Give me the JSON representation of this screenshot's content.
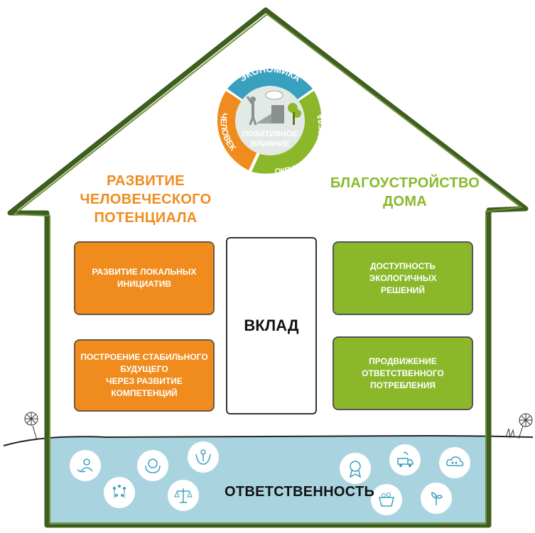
{
  "badge": {
    "top": "ЭКОНОМИКА",
    "left": "ЧЕЛОВЕК",
    "right_bottom": "ОКРУЖАЮЩАЯ СРЕДА",
    "center_line1": "ПОЗИТИВНОЕ",
    "center_line2": "ВЛИЯНИЕ"
  },
  "left_title": "РАЗВИТИЕ\nЧЕЛОВЕЧЕСКОГО\nПОТЕНЦИАЛА",
  "right_title": "БЛАГОУСТРОЙСТВО\nДОМА",
  "cards": {
    "left_top": "РАЗВИТИЕ ЛОКАЛЬНЫХ\nИНИЦИАТИВ",
    "left_bottom": "ПОСТРОЕНИЕ СТАБИЛЬНОГО\nБУДУЩЕГО\nЧЕРЕЗ РАЗВИТИЕ\nКОМПЕТЕНЦИЙ",
    "right_top": "ДОСТУПНОСТЬ\nЭКОЛОГИЧНЫХ\nРЕШЕНИЙ",
    "right_bottom": "ПРОДВИЖЕНИЕ\nОТВЕТСТВЕННОГО\nПОТРЕБЛЕНИЯ"
  },
  "center_label": "ВКЛАД",
  "foundation_label": "ОТВЕТСТВЕННОСТЬ",
  "icons": [
    "person-support-icon",
    "hands-family-icon",
    "hands-person-icon",
    "people-network-icon",
    "scales-icon",
    "award-icon",
    "recycling-delivery-icon",
    "co2-cloud-icon",
    "eco-basket-icon",
    "plant-hand-icon"
  ],
  "colors": {
    "orange": "#f08c1e",
    "green": "#8ab82a",
    "foundation": "#a9d4df",
    "house_outline": "#3d5e1e",
    "badge_blue": "#3aa0c0"
  }
}
